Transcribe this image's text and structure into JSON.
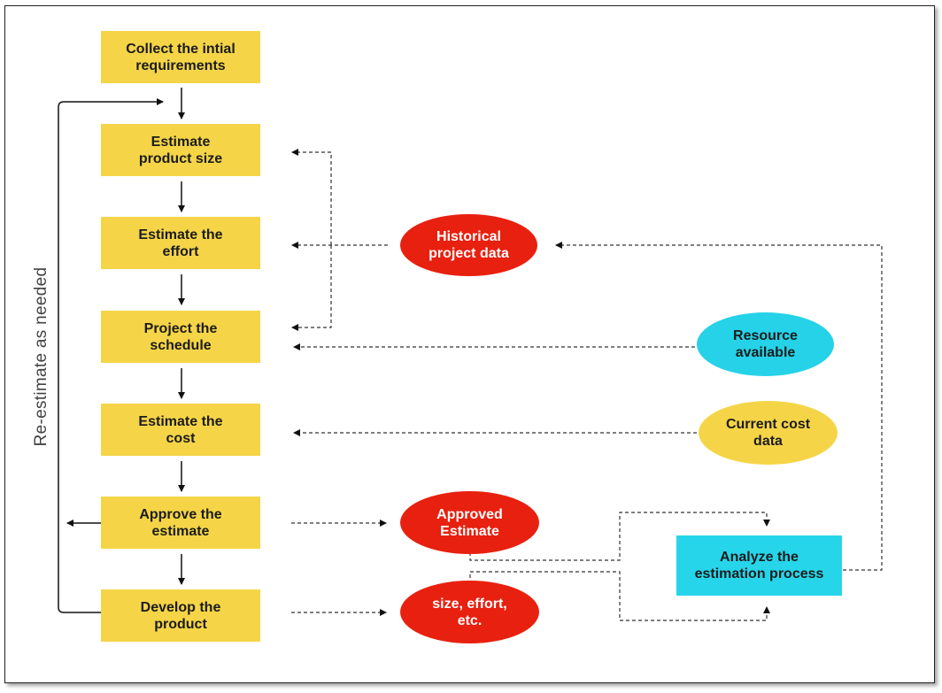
{
  "steps": [
    "Collect the intial\nrequirements",
    "Estimate\nproduct size",
    "Estimate the\neffort",
    "Project the\nschedule",
    "Estimate the\ncost",
    "Approve the\nestimate",
    "Develop the\nproduct"
  ],
  "inputs": {
    "historical": "Historical\nproject data",
    "resource": "Resource\navailable",
    "cost_data": "Current cost\ndata"
  },
  "outputs": {
    "approved": "Approved\nEstimate",
    "size_effort": "size, effort,\netc."
  },
  "analyze": "Analyze the\nestimation process",
  "loop_label": "Re-estimate as needed",
  "colors": {
    "step": "#f5d547",
    "analyze": "#27d5ea",
    "red": "#e8200f",
    "cyan": "#25d2e8",
    "yellow": "#f5d547"
  }
}
